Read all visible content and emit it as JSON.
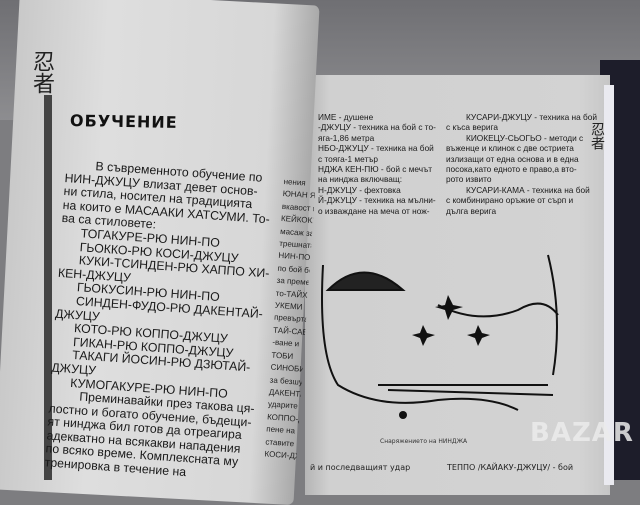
{
  "left_page": {
    "logo_glyph": "忍者",
    "heading": "ОБУЧЕНИЕ",
    "paragraph_lines": [
      "В съвременното обучение по",
      "НИН-ДЖУЦУ влизат девет основ-",
      "ни стила, носител на традицията",
      "на които е МАСААКИ ХАТСУМИ. То-",
      "ва са стиловете:",
      "ТОГАКУРЕ-РЮ НИН-ПО",
      "ГЬОККО-РЮ КОСИ-ДЖУЦУ",
      "КУКИ-ТСИНДЕН-РЮ ХАППО ХИ-",
      "КЕН-ДЖУЦУ",
      "ГЬОКУСИН-РЮ НИН-ПО",
      "СИНДЕН-ФУДО-РЮ ДАКЕНТАЙ-",
      "ДЖУЦУ",
      "КОТО-РЮ КОППО-ДЖУЦУ",
      "ГИКАН-РЮ КОППО-ДЖУЦУ",
      "ТАКАГИ ЙОСИН-РЮ ДЗЮТАЙ-",
      "ДЖУЦУ",
      "КУМОГАКУРЕ-РЮ НИН-ПО",
      "Преминавайки през такова ця-",
      "лостно и богато обучение, бъдещи-",
      "ят нинджа бил готов да отреагира",
      "адекватно на всякакви нападения",
      "по всяко време. Комплексната му",
      "тренировка в течение на"
    ],
    "inner_column_fragments": [
      "нения",
      "ЮНАН ЯКО",
      "вкавост и",
      "КЕЙКОКУ",
      "масаж за усилв",
      "трешната",
      "НИН-ПО ТАЙ",
      "по бой без",
      "за преместв",
      "то-ТАЙХЕН",
      "УКЕМИ",
      "превъртане",
      "ТАЙ-САБАКИ",
      "-ване и",
      "ТОБИ",
      "СИНОБИ",
      "за безшумно",
      "ДАКЕНТАЙ",
      "ударите",
      "КОППО-ДЖУ",
      "пене на",
      "ставите",
      "КОСИ-ДЖУЦУ"
    ]
  },
  "right_page": {
    "logo_glyph": "忍者",
    "column1_lines": [
      "ИМЕ - душене",
      "-ДЖУЦУ - техника на бой с то-",
      "яга-1,86 метра",
      "НБО-ДЖУЦУ - техника на бой",
      "с тояга-1 метър",
      "НДЖА КЕН-ПЮ - бой с мечът",
      "на нинджа включващ:",
      "Н-ДЖУЦУ - фехтовка",
      "Й-ДЖУЦУ - техника на мълни-",
      "о изваждане на меча от нож-"
    ],
    "column2_lines": [
      "КУСАРИ-ДЖУЦУ - техника на бой",
      "с къса верига",
      "КИОКЕЦУ-СЬОГЬО - методи с",
      "въженце и клинок с две остриета",
      "излизащи от една основа и в една",
      "посока,като едното е право,а вто-",
      "рото извито",
      "КУСАРИ-КАМА - техника на бой",
      "с комбинирано оръжие от сърп и",
      "дълга верига"
    ],
    "illustration_caption": "Снаряжението на НИНДЖА",
    "bottom_left": "й и последващият удар",
    "bottom_right": "ТЕППО /КАЙАКУ-ДЖУЦУ/ - бой"
  },
  "watermark": "BAZAR"
}
